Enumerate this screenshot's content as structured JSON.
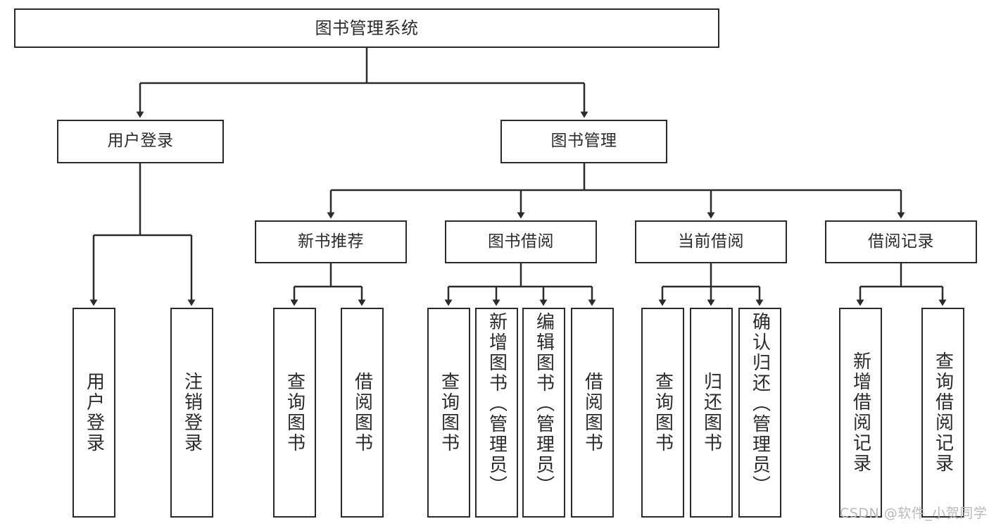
{
  "diagram": {
    "title": "图书管理系统",
    "type": "tree-hierarchy-chart",
    "line_color": "#2b2b2b",
    "box_fill": "#ffffff",
    "background": "#ffffff"
  },
  "root": {
    "label": "图书管理系统"
  },
  "level2": [
    {
      "label": "用户登录"
    },
    {
      "label": "图书管理"
    }
  ],
  "level3": [
    {
      "label": "新书推荐"
    },
    {
      "label": "图书借阅"
    },
    {
      "label": "当前借阅"
    },
    {
      "label": "借阅记录"
    }
  ],
  "leaves": {
    "user_login": [
      {
        "label": "用户登录"
      },
      {
        "label": "注销登录"
      }
    ],
    "new_book": [
      {
        "label": "查询图书"
      },
      {
        "label": "借阅图书"
      }
    ],
    "book_borrow": [
      {
        "label": "查询图书"
      },
      {
        "label": "新增图书（管理员）"
      },
      {
        "label": "编辑图书（管理员）"
      },
      {
        "label": "借阅图书"
      }
    ],
    "current_borrow": [
      {
        "label": "查询图书"
      },
      {
        "label": "归还图书"
      },
      {
        "label": "确认归还（管理员）"
      }
    ],
    "borrow_record": [
      {
        "label": "新增借阅记录"
      },
      {
        "label": "查询借阅记录"
      }
    ]
  },
  "watermark": {
    "text": "CSDN @软件_小贺同学"
  }
}
